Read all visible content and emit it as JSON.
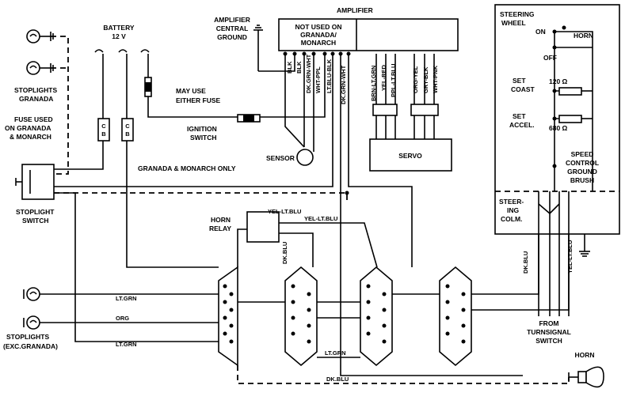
{
  "labels": {
    "battery": "BATTERY",
    "battery_volts": "12 V",
    "stoplights_granada": "STOPLIGHTS",
    "stoplights_granada2": "GRANADA",
    "fuse_used_1": "FUSE USED",
    "fuse_used_2": "ON GRANADA",
    "fuse_used_3": "& MONARCH",
    "cb": "C",
    "cb2": "B",
    "may_use_1": "MAY USE",
    "may_use_2": "EITHER FUSE",
    "ignition_1": "IGNITION",
    "ignition_2": "SWITCH",
    "amp_ground_1": "AMPLIFIER",
    "amp_ground_2": "CENTRAL",
    "amp_ground_3": "GROUND",
    "amplifier": "AMPLIFIER",
    "not_used_1": "NOT USED ON",
    "not_used_2": "GRANADA/",
    "not_used_3": "MONARCH",
    "sensor": "SENSOR",
    "servo": "SERVO",
    "granada_monarch_only": "GRANADA & MONARCH ONLY",
    "stoplight_switch_1": "STOPLIGHT",
    "stoplight_switch_2": "SWITCH",
    "horn_relay_1": "HORN",
    "horn_relay_2": "RELAY",
    "stoplights_exc_1": "STOPLIGHTS",
    "stoplights_exc_2": "(EXC.GRANADA)",
    "steering_wheel_1": "STEERING",
    "steering_wheel_2": "WHEEL",
    "on": "ON",
    "off": "OFF",
    "horn": "HORN",
    "set_coast_1": "SET",
    "set_coast_2": "COAST",
    "set_accel_1": "SET",
    "set_accel_2": "ACCEL.",
    "r120": "120 Ω",
    "r680": "680 Ω",
    "speed_control_1": "SPEED",
    "speed_control_2": "CONTROL",
    "speed_control_3": "GROUND",
    "speed_control_4": "BRUSH",
    "steering_colm_1": "STEER-",
    "steering_colm_2": "ING",
    "steering_colm_3": "COLM.",
    "from_turn_1": "FROM",
    "from_turn_2": "TURNSIGNAL",
    "from_turn_3": "SWITCH",
    "horn_bottom": "HORN"
  },
  "wires": {
    "blk1": "BLK",
    "blk2": "BLK",
    "dk_grn_wht": "DK.GRN-WHT",
    "wht_ppl": "WHT-PPL",
    "lt_blu_blk": "LT.BLU-BLK",
    "dk_grn_wht2": "DK.GRN-WHT",
    "brn_lt_grn": "BRN-LT.GRN",
    "yel_red": "YEL-RED",
    "ppl_lt_blu": "PPL-LT.BLU",
    "org_yel": "ORG-YEL",
    "gry_blk": "GRY-BLK",
    "wht_pnk": "WHT-PNK",
    "yel_lt_blu_1": "YEL-LT.BLU",
    "yel_lt_blu_2": "YEL-LT.BLU",
    "dk_blu": "DK.BLU",
    "lt_grn_1": "LT.GRN",
    "org": "ORG",
    "lt_grn_2": "LT.GRN",
    "lt_grn_3": "LT.GRN",
    "dk_blu_bottom": "DK.BLU",
    "dk_blu_right": "DK.BLU",
    "yel_lt_blu_right": "YEL-LT.BLU"
  }
}
